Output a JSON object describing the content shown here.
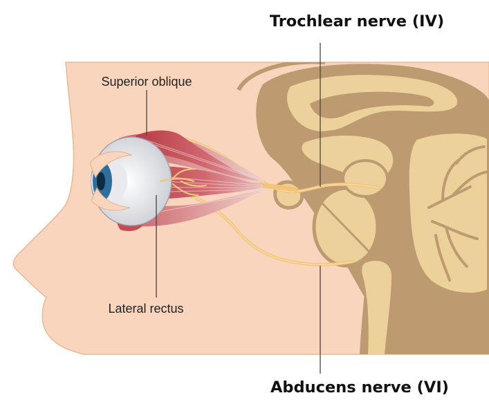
{
  "labels": {
    "trochlear_nerve": "Trochlear nerve (IV)",
    "superior_oblique": "Superior oblique",
    "lateral_rectus": "Lateral rectus",
    "abducens_nerve": "Abducens nerve (VI)"
  },
  "colors": {
    "skin": "#f9d5bd",
    "skin_outline": "#e8b894",
    "brain_tan": "#bd9a70",
    "brain_light": "#ecd19a",
    "nerve": "#f2c47a",
    "muscle": "#c44d55",
    "muscle_light": "#d9747a",
    "iris": "#2e6e9c"
  }
}
